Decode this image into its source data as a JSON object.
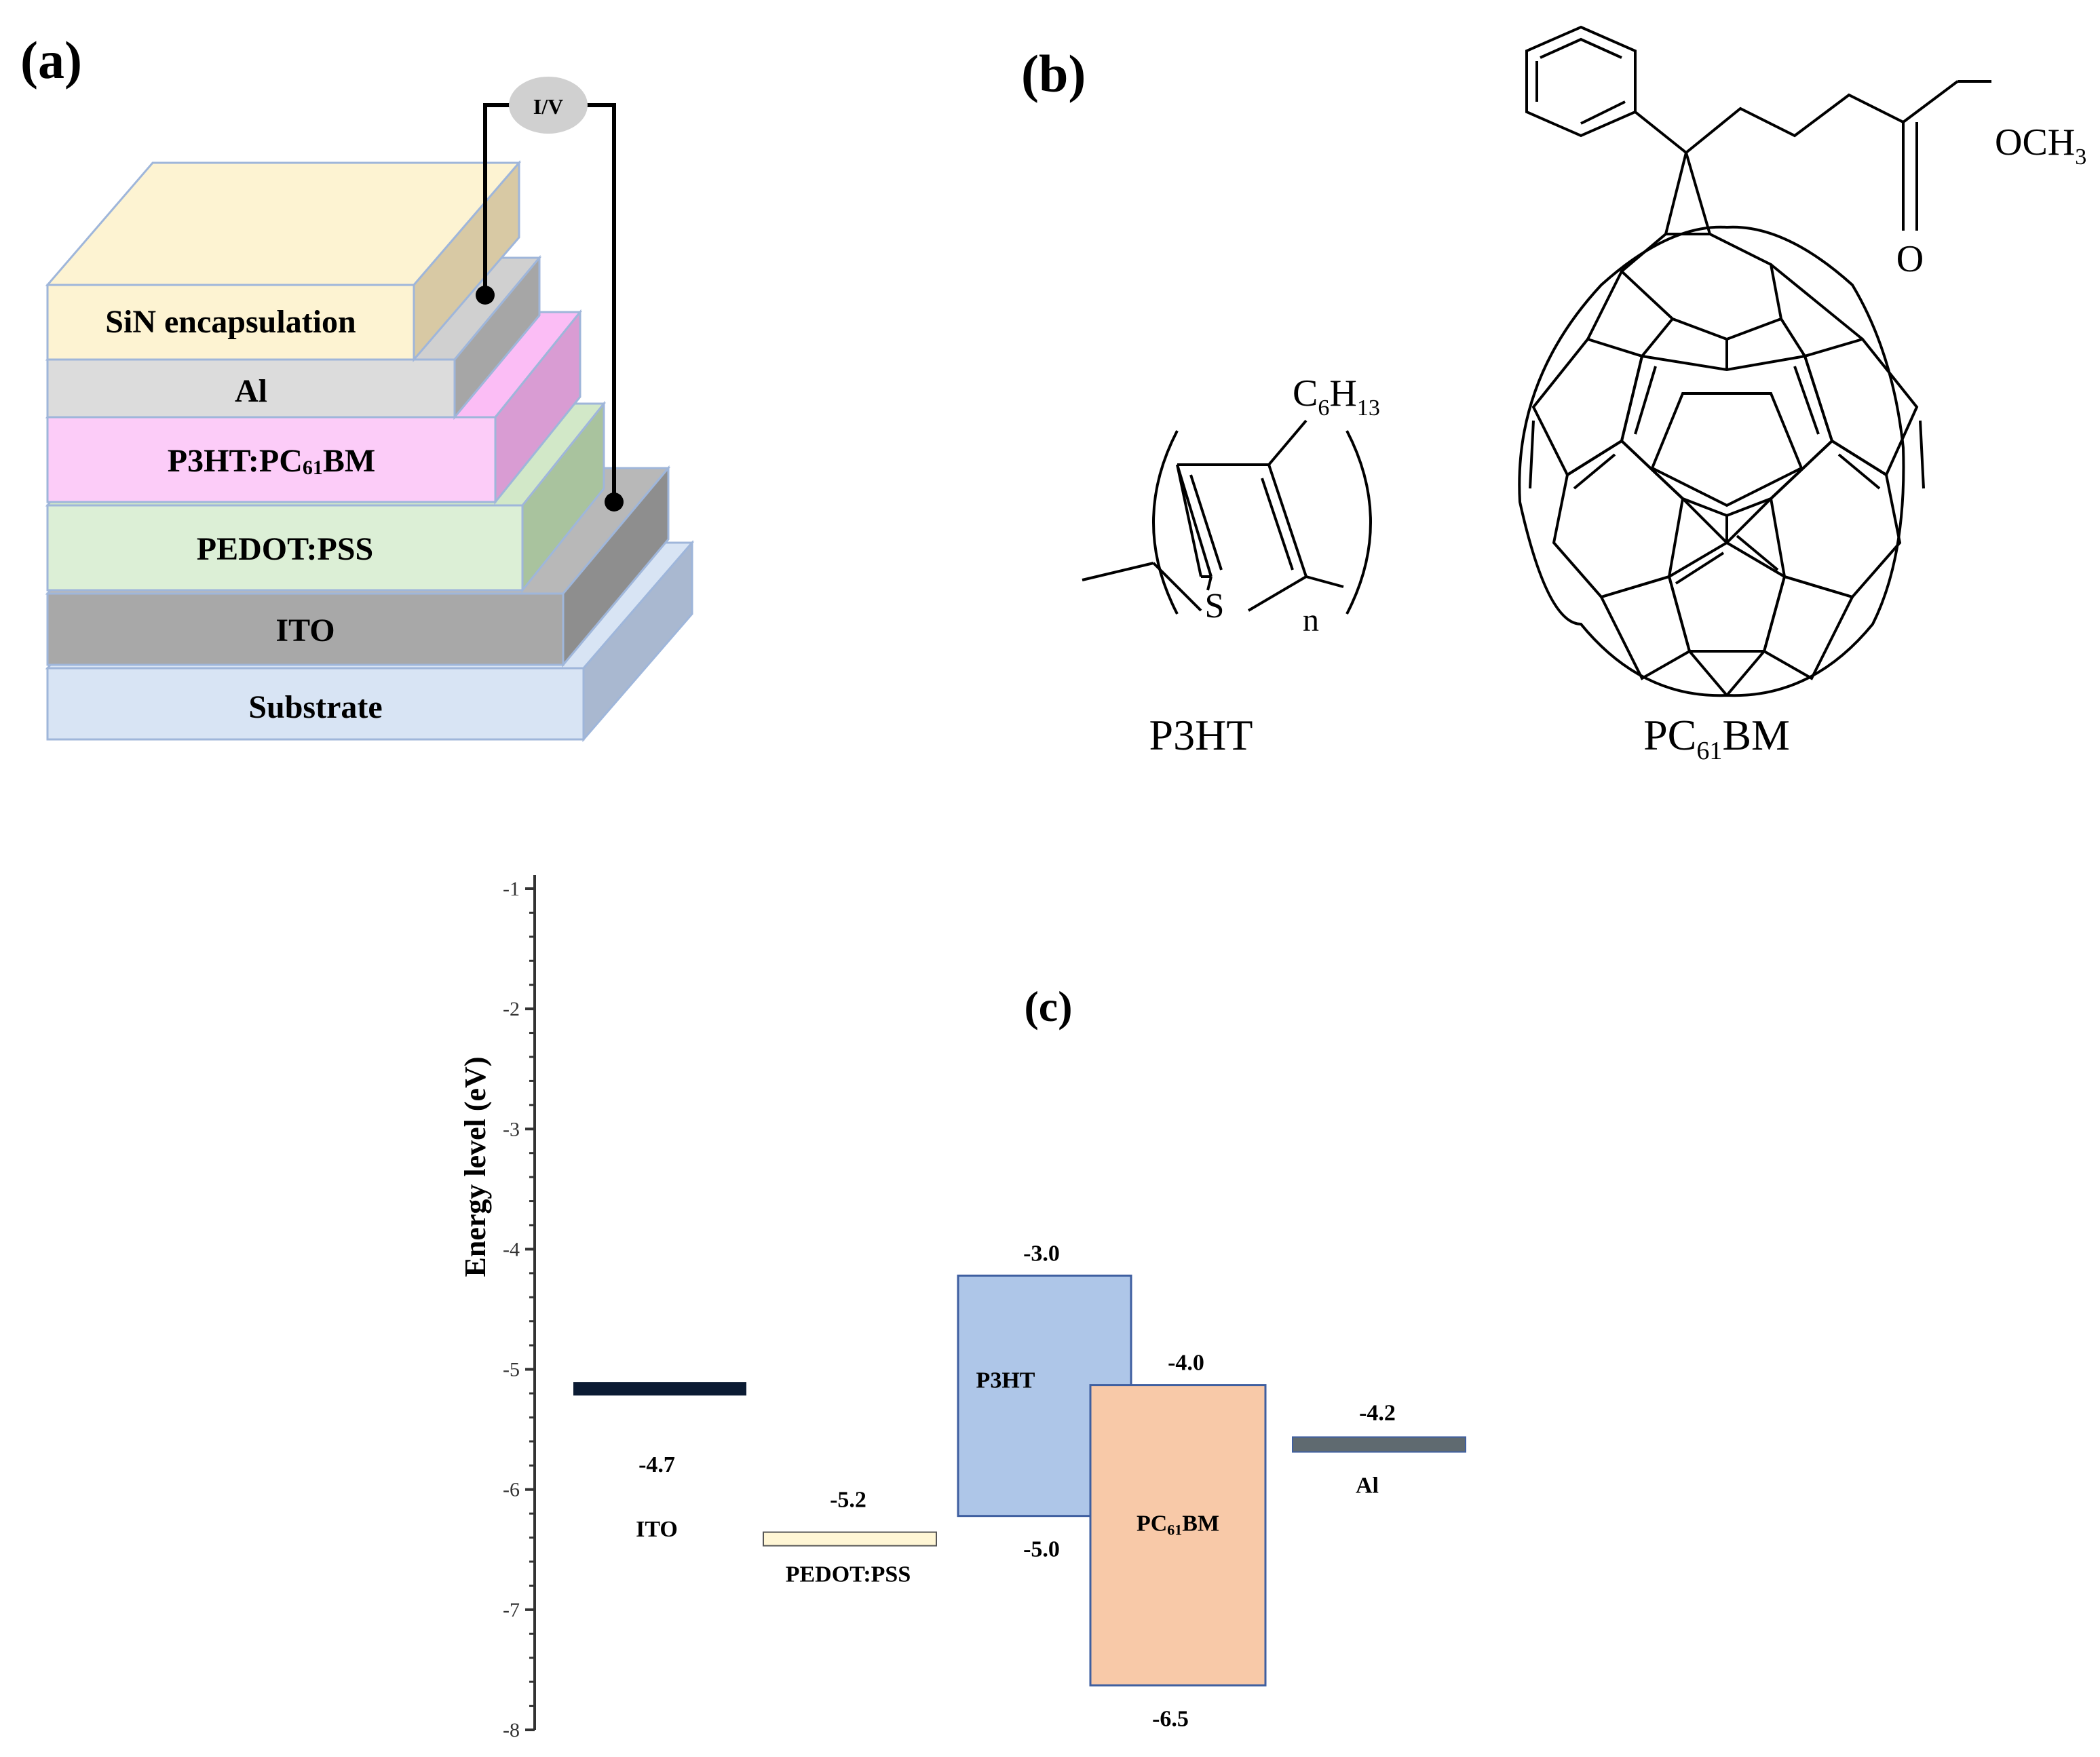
{
  "panel_a": {
    "label": "(a)",
    "meter_label": "I/V",
    "layers": [
      {
        "name": "SiN encapsulation",
        "front": "#FDF3D2",
        "top": "#FDF3D2",
        "side": "#D8C9A4"
      },
      {
        "name": "Al",
        "front": "#DCDCDC",
        "top": "#D0D0D0",
        "side": "#A6A6A6"
      },
      {
        "name": "P3HT:PC61BM",
        "name_main": "P3HT:PC",
        "name_sub": "61",
        "name_tail": "BM",
        "front": "#FCCCF8",
        "top": "#FBBDF5",
        "side": "#D99CD3"
      },
      {
        "name": "PEDOT:PSS",
        "front": "#DCEFD6",
        "top": "#D2E8C8",
        "side": "#A9C39E"
      },
      {
        "name": "ITO",
        "front": "#A8A8A8",
        "top": "#B8B8B8",
        "side": "#8E8E8E"
      },
      {
        "name": "Substrate",
        "front": "#D8E4F4",
        "top": "#D8E4F4",
        "side": "#A9B8D0"
      }
    ]
  },
  "panel_b": {
    "label": "(b)",
    "p3ht": {
      "name": "P3HT",
      "substituent_main": "C",
      "substituent_sub1": "6",
      "substituent_H": "H",
      "substituent_sub2": "13",
      "heteroatom": "S",
      "repeat": "n"
    },
    "pcbm": {
      "name_main": "PC",
      "name_sub": "61",
      "name_tail": "BM",
      "ester": "OCH",
      "ester_sub": "3",
      "carbonyl_O": "O"
    }
  },
  "panel_c": {
    "label": "(c)",
    "chart_data": {
      "type": "energy-level diagram",
      "ylabel": "Energy level (eV)",
      "ylim": [
        -8,
        -1
      ],
      "yticks": [
        "-1",
        "-2",
        "-3",
        "-4",
        "-5",
        "-6",
        "-7",
        "-8"
      ],
      "materials": [
        {
          "name": "ITO",
          "levels": [
            "-4.7"
          ],
          "color": "#0B1B33"
        },
        {
          "name": "PEDOT:PSS",
          "levels": [
            "-5.2"
          ],
          "color": "#FFF6D5"
        },
        {
          "name": "P3HT",
          "levels": [
            "-3.0",
            "-5.0"
          ],
          "color": "#AEC6E8"
        },
        {
          "name": "PC61BM",
          "name_main": "PC",
          "name_sub": "61",
          "name_tail": "BM",
          "levels": [
            "-4.0",
            "-6.5"
          ],
          "color": "#F8C9A8"
        },
        {
          "name": "Al",
          "levels": [
            "-4.2"
          ],
          "color": "#5F6A70"
        }
      ]
    }
  },
  "colors": {
    "box_border": "#3F5FA0",
    "axis": "#333333",
    "wire": "#000000",
    "meter": "#D0D0D0"
  }
}
